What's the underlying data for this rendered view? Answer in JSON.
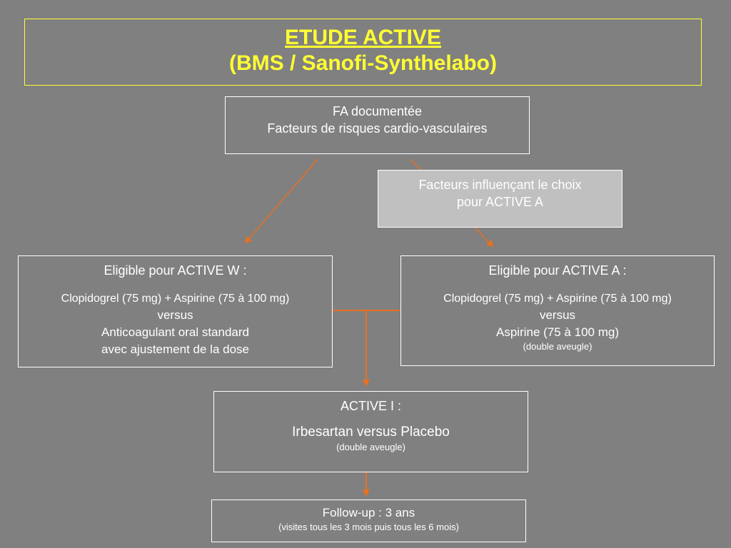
{
  "title": {
    "line1": "ETUDE ACTIVE",
    "line2": "(BMS / Sanofi-Synthelabo)"
  },
  "top_box": {
    "line1": "FA documentée",
    "line2": "Facteurs de risques cardio-vasculaires"
  },
  "factors_box": {
    "line1": "Facteurs influençant le choix",
    "line2": "pour ACTIVE A"
  },
  "active_w": {
    "heading": "Eligible pour ACTIVE W :",
    "line1": "Clopidogrel (75 mg) + Aspirine (75 à 100 mg)",
    "line2": "versus",
    "line3": "Anticoagulant oral standard",
    "line4": "avec ajustement de la dose"
  },
  "active_a": {
    "heading": "Eligible pour ACTIVE A :",
    "line1": "Clopidogrel (75 mg) + Aspirine (75 à 100 mg)",
    "line2": "versus",
    "line3": "Aspirine (75 à 100 mg)",
    "note": "(double aveugle)"
  },
  "active_i": {
    "heading": "ACTIVE I :",
    "line1": "Irbesartan versus Placebo",
    "note": "(double aveugle)"
  },
  "followup": {
    "line1": "Follow-up : 3 ans",
    "note": "(visites tous les 3 mois puis tous les 6 mois)"
  },
  "colors": {
    "background": "#808080",
    "title": "#ffff33",
    "arrow": "#e8701e",
    "factors_box_fill": "#c0c0c0"
  }
}
